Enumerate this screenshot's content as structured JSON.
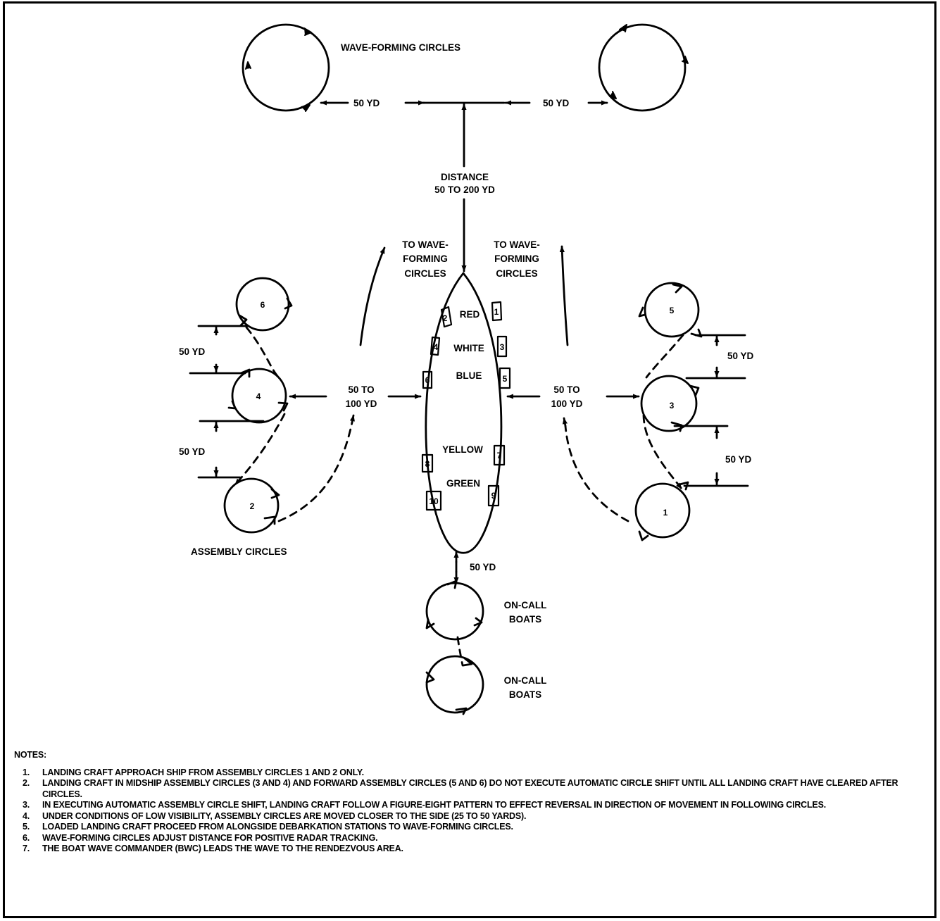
{
  "diagram": {
    "wave_forming_title": "WAVE-FORMING CIRCLES",
    "spacing_left": "50 YD",
    "spacing_right": "50 YD",
    "distance_line1": "DISTANCE",
    "distance_line2": "50 TO 200 YD",
    "to_wave_left": [
      "TO WAVE-",
      "FORMING",
      "CIRCLES"
    ],
    "to_wave_right": [
      "TO WAVE-",
      "FORMING",
      "CIRCLES"
    ],
    "stations": [
      "RED",
      "WHITE",
      "BLUE",
      "YELLOW",
      "GREEN"
    ],
    "station_numbers": [
      "1",
      "2",
      "3",
      "4",
      "5",
      "6",
      "7",
      "8",
      "9",
      "10"
    ],
    "side_distance_left": [
      "50 TO",
      "100 YD"
    ],
    "side_distance_right": [
      "50 TO",
      "100 YD"
    ],
    "left_assembly": {
      "circles": [
        "6",
        "4",
        "2"
      ],
      "gap_upper": "50 YD",
      "gap_lower": "50 YD",
      "label": "ASSEMBLY CIRCLES"
    },
    "right_assembly": {
      "circles": [
        "5",
        "3",
        "1"
      ],
      "gap_upper": "50 YD",
      "gap_lower": "50 YD"
    },
    "stern_gap": "50 YD",
    "on_call_1": [
      "ON-CALL",
      "BOATS"
    ],
    "on_call_2": [
      "ON-CALL",
      "BOATS"
    ]
  },
  "notes": {
    "heading": "NOTES:",
    "items": [
      {
        "n": "1.",
        "text": "LANDING CRAFT APPROACH SHIP FROM ASSEMBLY CIRCLES 1 AND 2 ONLY."
      },
      {
        "n": "2.",
        "text": "LANDING CRAFT IN MIDSHIP ASSEMBLY CIRCLES (3 AND 4) AND FORWARD ASSEMBLY CIRCLES (5 AND 6) DO NOT EXECUTE AUTOMATIC CIRCLE SHIFT UNTIL ALL LANDING CRAFT HAVE CLEARED AFTER CIRCLES."
      },
      {
        "n": "3.",
        "text": "IN EXECUTING AUTOMATIC ASSEMBLY CIRCLE SHIFT, LANDING CRAFT FOLLOW A FIGURE-EIGHT PATTERN TO EFFECT REVERSAL IN DIRECTION OF MOVEMENT IN FOLLOWING CIRCLES."
      },
      {
        "n": "4.",
        "text": "UNDER CONDITIONS OF LOW VISIBILITY, ASSEMBLY CIRCLES ARE MOVED CLOSER TO THE SIDE (25 TO 50 YARDS)."
      },
      {
        "n": "5.",
        "text": "LOADED LANDING CRAFT PROCEED FROM ALONGSIDE DEBARKATION STATIONS TO WAVE-FORMING CIRCLES."
      },
      {
        "n": "6.",
        "text": "WAVE-FORMING CIRCLES ADJUST DISTANCE FOR POSITIVE RADAR TRACKING."
      },
      {
        "n": "7.",
        "text": "THE BOAT WAVE COMMANDER (BWC) LEADS THE WAVE TO THE RENDEZVOUS AREA."
      }
    ]
  }
}
